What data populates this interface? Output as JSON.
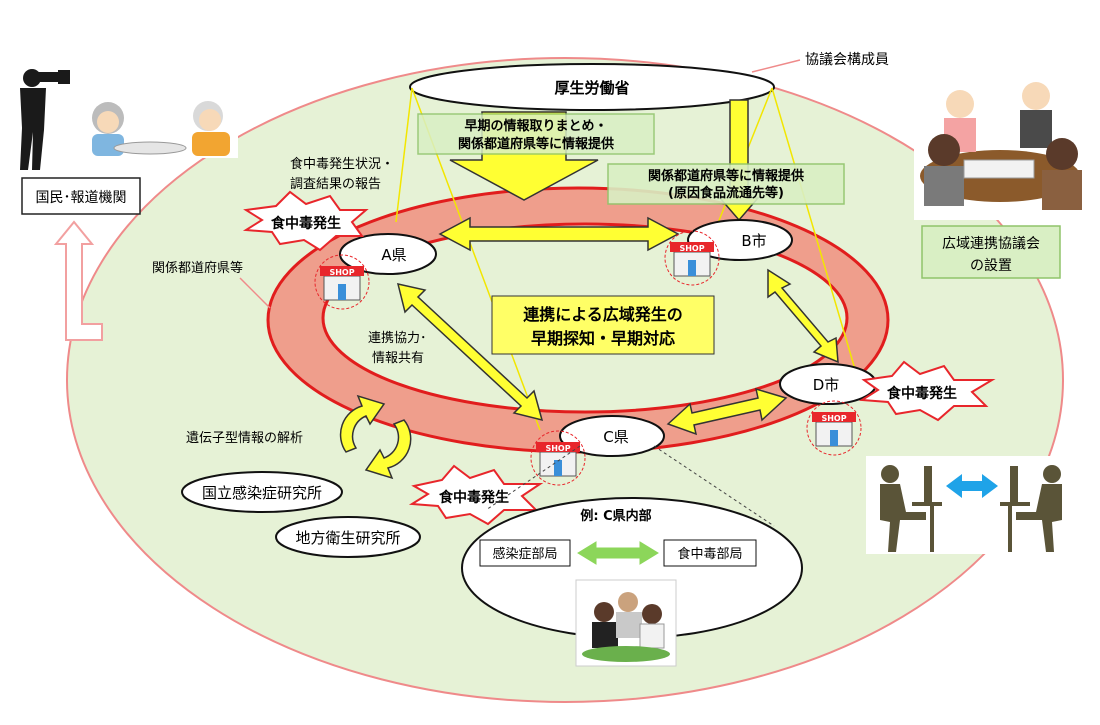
{
  "labels": {
    "council_member": "協議会構成員",
    "mhlw": "厚生労働省",
    "early_info": [
      "早期の情報取りまとめ・",
      "関係都道府県等に情報提供"
    ],
    "info_to_prefs": [
      "関係都道府県等に情報提供",
      "(原因食品流通先等)"
    ],
    "report": [
      "食中毒発生状況・",
      "調査結果の報告"
    ],
    "public_media": "国民･報道機関",
    "related_prefs": "関係都道府県等",
    "cooperation": [
      "連携協力･",
      "情報共有"
    ],
    "center": [
      "連携による広域発生の",
      "早期探知・早期対応"
    ],
    "genotype": "遺伝子型情報の解析",
    "niid": "国立感染症研究所",
    "local_lab": "地方衛生研究所",
    "example": "例: C県内部",
    "infection_dept": "感染症部局",
    "food_dept": "食中毒部局",
    "council_setup": [
      "広域連携協議会",
      "の設置"
    ],
    "food_poisoning": "食中毒発生",
    "shop": "SHOP"
  },
  "nodes": {
    "a": "A県",
    "b": "B市",
    "c": "C県",
    "d": "D市"
  },
  "colors": {
    "outer_ellipse_fill": "#e6f2d6",
    "outer_ellipse_stroke": "#ef8a8a",
    "ring_fill": "#ef9e8c",
    "ring_stroke": "#e11d1d",
    "yellow_arrow": "#ffff33",
    "green_box": "#d9efc4",
    "burst_stroke": "#e8262b"
  }
}
